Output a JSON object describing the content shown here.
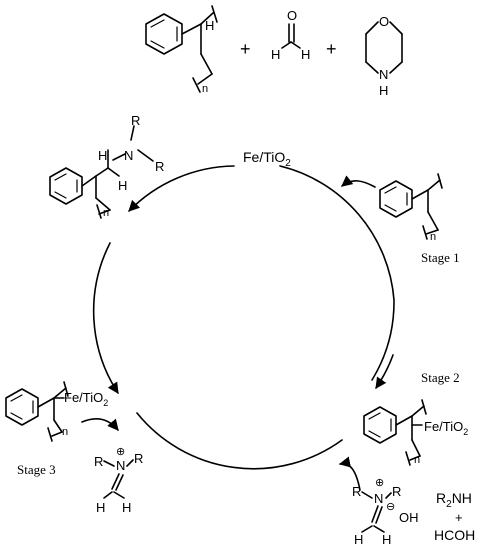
{
  "reactants": {
    "polymer_h": "H",
    "polymer_n": "n",
    "plus_1": "+",
    "formaldehyde_o": "O",
    "formaldehyde_h_left": "H",
    "formaldehyde_h_right": "H",
    "plus_2": "+",
    "morpholine_o": "O",
    "morpholine_nh": "N",
    "morpholine_h": "H"
  },
  "cycle": {
    "catalyst": "Fe/TiO",
    "catalyst_sub": "2"
  },
  "stage1": {
    "label": "Stage 1",
    "polymer_n": "n"
  },
  "stage2": {
    "label": "Stage 2",
    "polymer_n": "n",
    "fe_ti": "Fe/TiO",
    "fe_ti_sub": "2",
    "iminium_r1": "R",
    "iminium_plus": "⊕",
    "iminium_n": "N",
    "iminium_r2": "R",
    "iminium_minus": "⊖",
    "iminium_oh": "OH",
    "iminium_h1": "H",
    "iminium_h2": "H",
    "reagent_line1_a": "R",
    "reagent_line1_sub": "2",
    "reagent_line1_b": "NH",
    "reagent_plus": "+",
    "reagent_line2": "HCOH"
  },
  "stage3": {
    "label": "Stage 3",
    "polymer_n": "n",
    "fe_ti": "Fe/TiO",
    "fe_ti_sub": "2",
    "iminium_r1": "R",
    "iminium_plus": "⊕",
    "iminium_n": "N",
    "iminium_r2": "R",
    "iminium_h1": "H",
    "iminium_h2": "H"
  },
  "product": {
    "r_top": "R",
    "h1": "H",
    "n": "N",
    "r_right": "R",
    "h2": "H",
    "polymer_n": "n"
  }
}
